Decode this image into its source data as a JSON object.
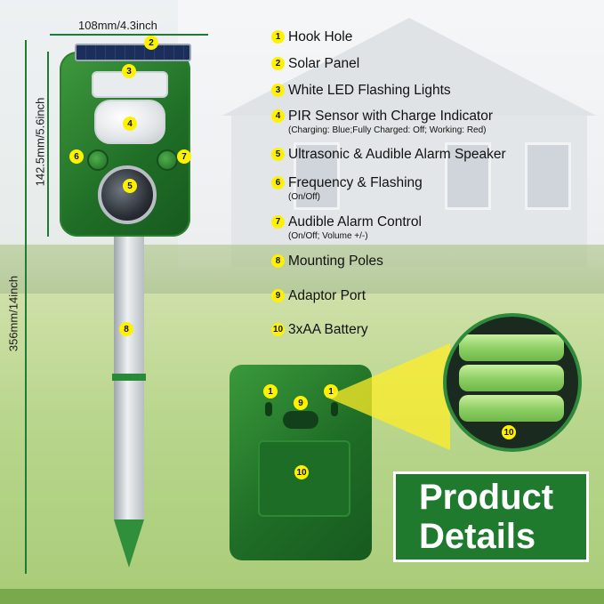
{
  "dimensions": {
    "width": "108mm/4.3inch",
    "body_height": "142.5mm/5.6inch",
    "total_height": "356mm/14inch"
  },
  "labels": [
    {
      "num": "1",
      "text": "Hook Hole",
      "sub": ""
    },
    {
      "num": "2",
      "text": "Solar Panel",
      "sub": ""
    },
    {
      "num": "3",
      "text": "White LED Flashing Lights",
      "sub": ""
    },
    {
      "num": "4",
      "text": "PIR Sensor with Charge Indicator",
      "sub": "(Charging: Blue;Fully Charged: Off; Working: Red)"
    },
    {
      "num": "5",
      "text": "Ultrasonic & Audible Alarm Speaker",
      "sub": ""
    },
    {
      "num": "6",
      "text": "Frequency & Flashing",
      "sub": "(On/Off)"
    },
    {
      "num": "7",
      "text": "Audible Alarm Control",
      "sub": "(On/Off; Volume +/-)"
    },
    {
      "num": "8",
      "text": "Mounting Poles",
      "sub": ""
    },
    {
      "num": "9",
      "text": "Adaptor Port",
      "sub": ""
    },
    {
      "num": "10",
      "text": "3xAA Battery",
      "sub": ""
    }
  ],
  "markers": {
    "m1a": "1",
    "m1b": "1",
    "m2": "2",
    "m3": "3",
    "m4": "4",
    "m5": "5",
    "m6": "6",
    "m7": "7",
    "m8": "8",
    "m9": "9",
    "m10a": "10",
    "m10b": "10"
  },
  "banner": {
    "line1": "Product",
    "line2": "Details"
  },
  "colors": {
    "accent_green": "#1f7a2e",
    "marker_yellow": "#fff200"
  }
}
